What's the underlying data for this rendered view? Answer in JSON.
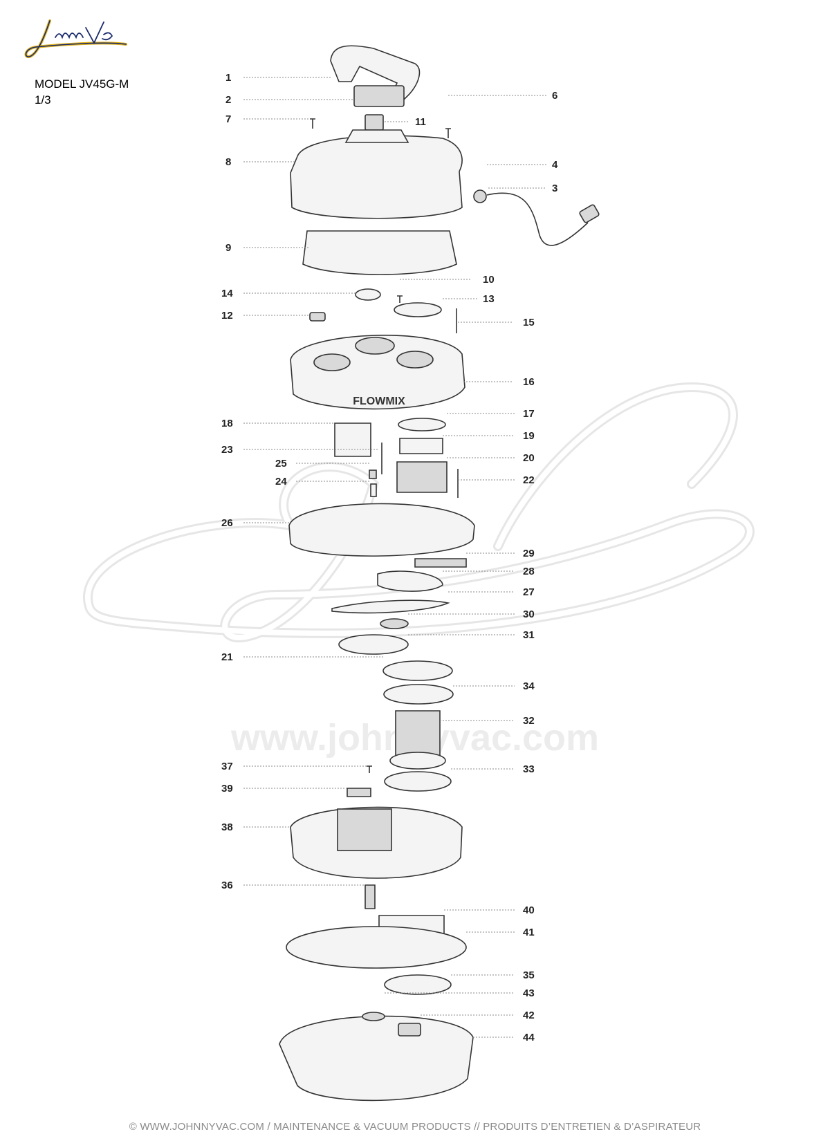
{
  "brand_logo_text": "JohnnyVac",
  "model": {
    "line1": "MODEL JV45G-M",
    "line2": "1/3"
  },
  "diagram": {
    "body_label": "FLOWMIX",
    "watermark_text": "www.johnnyvac.com",
    "left_labels": [
      "1",
      "2",
      "7",
      "8",
      "9",
      "14",
      "12",
      "18",
      "23",
      "25",
      "24",
      "26",
      "21",
      "37",
      "39",
      "38",
      "36"
    ],
    "right_labels": [
      "6",
      "11",
      "4",
      "3",
      "10",
      "13",
      "15",
      "16",
      "17",
      "19",
      "20",
      "22",
      "29",
      "28",
      "27",
      "30",
      "31",
      "34",
      "32",
      "33",
      "40",
      "41",
      "35",
      "43",
      "42",
      "44"
    ]
  },
  "footer": {
    "text": "© WWW.JOHNNYVAC.COM / MAINTENANCE & VACUUM PRODUCTS  //  PRODUITS D’ENTRETIEN & D’ASPIRATEUR"
  }
}
